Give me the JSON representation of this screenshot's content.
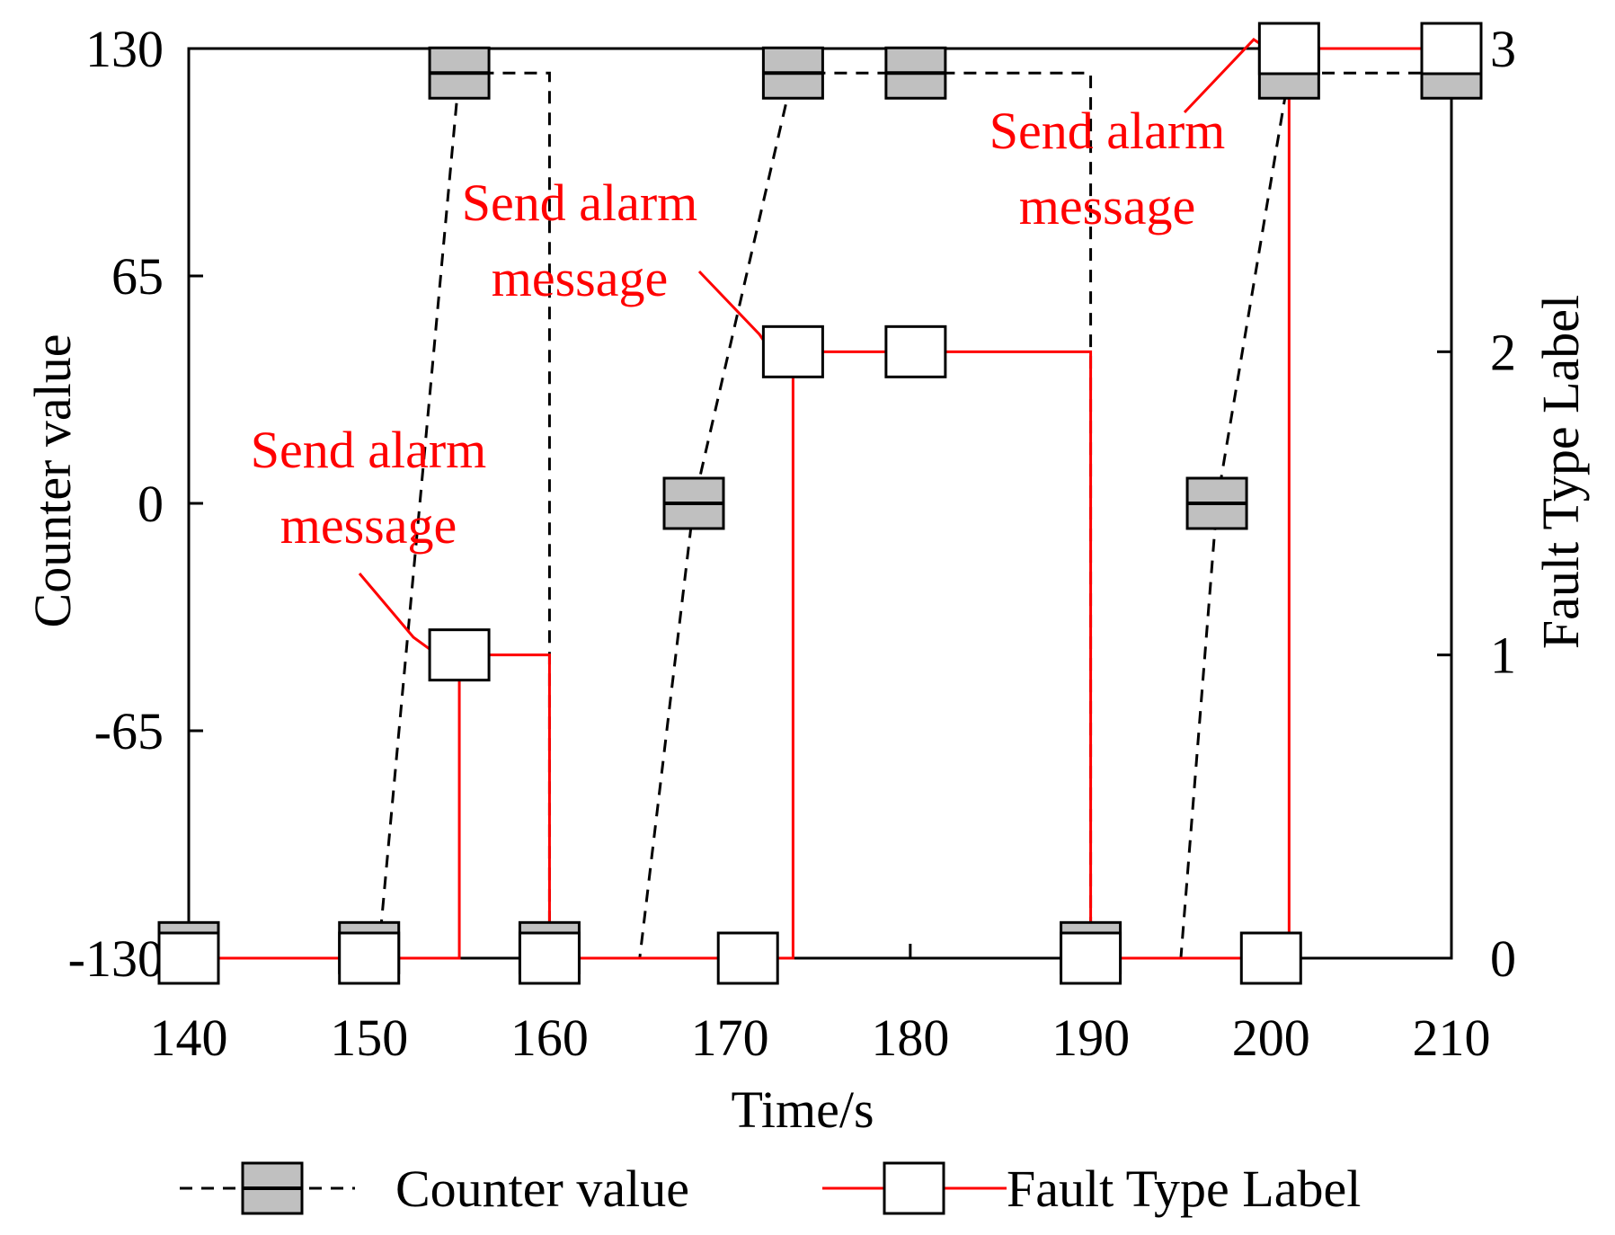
{
  "chart_data": {
    "type": "line",
    "xlabel": "Time/s",
    "ylabel": "Counter value",
    "y2label": "Fault Type Label",
    "xlim": [
      140,
      210
    ],
    "ylim": [
      -130,
      130
    ],
    "y2lim": [
      0,
      3
    ],
    "xticks": [
      140,
      150,
      160,
      170,
      180,
      190,
      200,
      210
    ],
    "yticks": [
      -130,
      -65,
      0,
      65,
      130
    ],
    "y2ticks": [
      0,
      1,
      2,
      3
    ],
    "series": [
      {
        "name": "Counter value",
        "axis": "left",
        "color": "#000000",
        "marker_fill": "#c0c0c0",
        "line_style": "dashed",
        "x": [
          140,
          150,
          150.5,
          155,
          160,
          160,
          165,
          168,
          173.5,
          180,
          190,
          190,
          195,
          197,
          201,
          210
        ],
        "y": [
          -130,
          -130,
          -130,
          123,
          123,
          -130,
          -130,
          0,
          123,
          123,
          123,
          -130,
          -130,
          0,
          123,
          123
        ],
        "markers": [
          [
            140,
            -127
          ],
          [
            150,
            -127
          ],
          [
            155,
            123
          ],
          [
            160,
            -127
          ],
          [
            168,
            0
          ],
          [
            173.5,
            123
          ],
          [
            180.3,
            123
          ],
          [
            190,
            -127
          ],
          [
            197,
            0
          ],
          [
            201,
            123
          ],
          [
            210,
            123
          ]
        ]
      },
      {
        "name": "Fault Type Label",
        "axis": "right",
        "color": "#ff0000",
        "marker_fill": "#ffffff",
        "line_style": "solid",
        "x": [
          140,
          155,
          155,
          160,
          160,
          173.5,
          173.5,
          190,
          190,
          201,
          201,
          210
        ],
        "y": [
          0,
          0,
          1,
          1,
          0,
          0,
          2,
          2,
          0,
          0,
          3,
          3
        ],
        "markers": [
          [
            140,
            0
          ],
          [
            150,
            0
          ],
          [
            155,
            1
          ],
          [
            160,
            0
          ],
          [
            171,
            0
          ],
          [
            173.5,
            2
          ],
          [
            180.3,
            2
          ],
          [
            190,
            0
          ],
          [
            200,
            0
          ],
          [
            201,
            3
          ],
          [
            210,
            3
          ]
        ]
      }
    ],
    "annotations": [
      {
        "text_line1": "Send alarm",
        "text_line2": "message",
        "x": 155,
        "y2": 1
      },
      {
        "text_line1": "Send alarm",
        "text_line2": "message",
        "x": 173.5,
        "y2": 2
      },
      {
        "text_line1": "Send alarm",
        "text_line2": "message",
        "x": 201,
        "y2": 3
      }
    ],
    "legend": {
      "placement": "bottom",
      "entries": [
        "Counter value",
        "Fault Type Label"
      ]
    }
  }
}
